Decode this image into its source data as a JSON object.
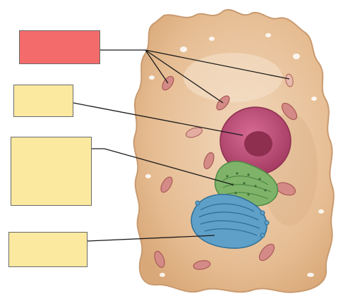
{
  "diagram": {
    "subject": "animal-cell",
    "colors": {
      "cytoplasm": "#e8c29a",
      "cytoplasm_edge": "#c99a6f",
      "nucleus": "#c0507a",
      "nucleolus": "#8e2f4f",
      "rough_er": "#7fb36a",
      "golgi": "#5fa0c8",
      "mitochondria": "#d48a86",
      "label_red": "#f46b6b",
      "label_yellow": "#fce9a0",
      "leader_line": "#1a1a1a"
    },
    "labels": [
      {
        "id": "label-mitochondria",
        "text": "",
        "color": "#f46b6b"
      },
      {
        "id": "label-nucleus",
        "text": "",
        "color": "#fce9a0"
      },
      {
        "id": "label-rough-er",
        "text": "",
        "color": "#fce9a0"
      },
      {
        "id": "label-golgi",
        "text": "",
        "color": "#fce9a0"
      }
    ]
  }
}
